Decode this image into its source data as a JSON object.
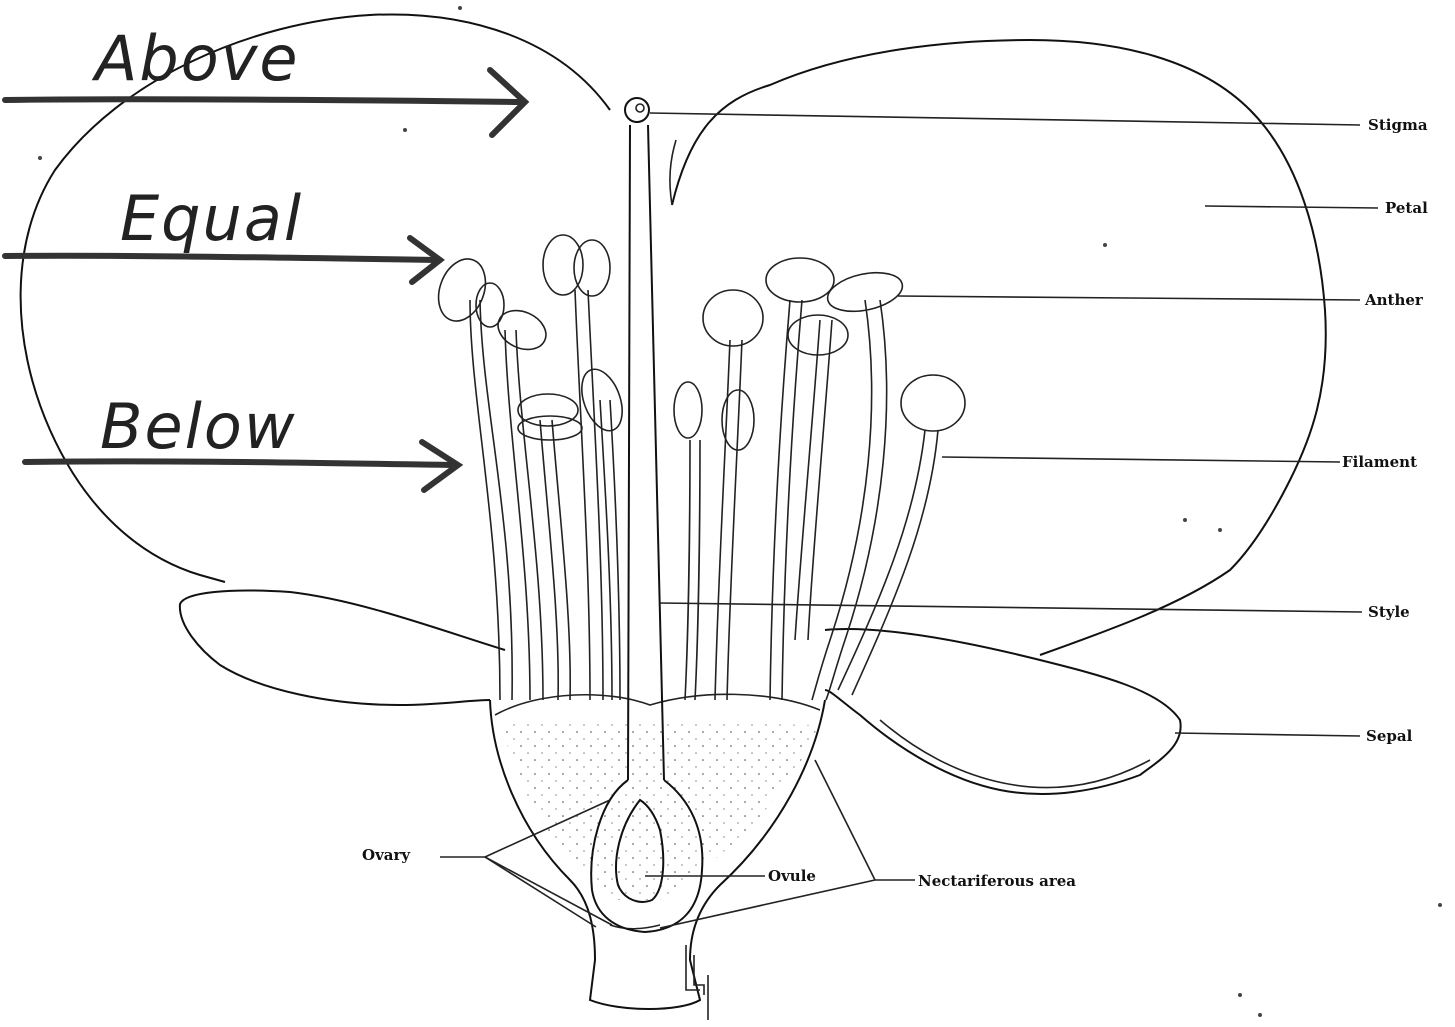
{
  "annotations": {
    "above": "Above",
    "equal": "Equal",
    "below": "Below"
  },
  "labels": {
    "stigma": "Stigma",
    "petal": "Petal",
    "anther": "Anther",
    "filament": "Filament",
    "style": "Style",
    "sepal": "Sepal",
    "ovary": "Ovary",
    "ovule": "Ovule",
    "nectariferous": "Nectariferous area"
  }
}
